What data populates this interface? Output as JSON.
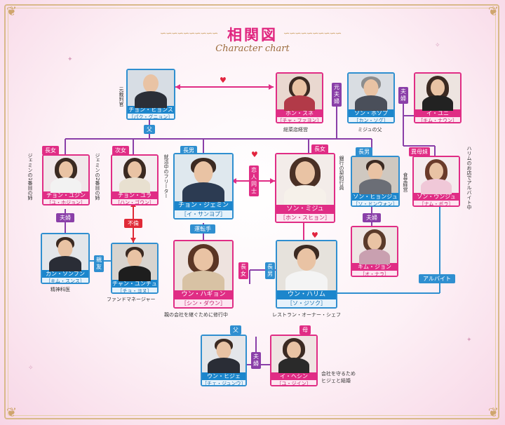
{
  "header": {
    "title": "相関図",
    "subtitle": "Character chart"
  },
  "characters": {
    "hyunsu": {
      "name": "チョン・ヒョンス",
      "actor": "［パク・グニョン］"
    },
    "sunhee": {
      "name": "ホン・スネ",
      "actor": "［チャ・ファヨン］"
    },
    "hoseob": {
      "name": "ソン・ホソプ",
      "actor": "［カン・ソグ］"
    },
    "yuni": {
      "name": "イ・ユニ",
      "actor": "［キム・ナウン］"
    },
    "yujin": {
      "name": "チョン・ユジン",
      "actor": "［ユ・ホジョン］"
    },
    "yura": {
      "name": "チョン・ユラ",
      "actor": "［ハン・ゴウン］"
    },
    "jemin": {
      "name": "チョン・ジェミン",
      "actor": "［イ・サンヨプ］"
    },
    "mija": {
      "name": "ソン・ミジュ",
      "actor": "［ホン・スヒョン］"
    },
    "hyonju": {
      "name": "ソン・ヒョンジュ",
      "actor": "［ソ・ドンウォン］"
    },
    "unju": {
      "name": "ソン・ウンジュ",
      "actor": "［ナム・ボラ］"
    },
    "sonhun": {
      "name": "カン・ソンフン",
      "actor": "［キム・スンス］"
    },
    "yunchul": {
      "name": "チャン・ユンチュル",
      "actor": "［チョ・ヨヌ］"
    },
    "hagyun": {
      "name": "ウン・ハギョン",
      "actor": "［シン・ダウン］"
    },
    "harim": {
      "name": "ウン・ハリム",
      "actor": "［ソ・ジソク］"
    },
    "jijon": {
      "name": "キム・ジョン",
      "actor": "［オ・ナラ］"
    },
    "hije": {
      "name": "ウン・ヒジェ",
      "actor": "［チェ・ジュンウ］"
    },
    "hesin": {
      "name": "イ・ヘシン",
      "actor": "［ユ・ジイン］"
    }
  },
  "notes": {
    "hyunsu": "元裁判官",
    "sunhee": "総菜店経営",
    "hoseob": "ミジュの父",
    "yujin": "ジェミンの1番目の姉",
    "yura": "ジェミンの2番目の姉",
    "jemin": "就活中のフリーター",
    "mija": "銀行の契約行員",
    "hyonju": "食堂経営",
    "unju": "ハリムのお店でアルバイト中",
    "sonhun": "精神科医",
    "yunchul": "ファンドマネージャー",
    "hagyun": "親の会社を継ぐために修行中",
    "harim": "レストラン・オーナー・シェフ",
    "hesin": "会社を守るため ヒジェと結婚"
  },
  "tags": {
    "father": "父",
    "mother": "母",
    "eldest_daughter": "長女",
    "second_daughter": "次女",
    "eldest_son": "長男",
    "couple": "夫婦",
    "ex_couple": "元夫婦",
    "lovers": "恋人同士",
    "affair": "不倫",
    "driver": "運転手",
    "friend": "親友",
    "half_sister": "異母妹",
    "parttime": "アルバイト"
  },
  "colors": {
    "accent": "#e02d85",
    "male": "#1c86cc",
    "couple": "#8a3fa8",
    "heart": "#e2253f",
    "gold": "#d9b98a"
  }
}
